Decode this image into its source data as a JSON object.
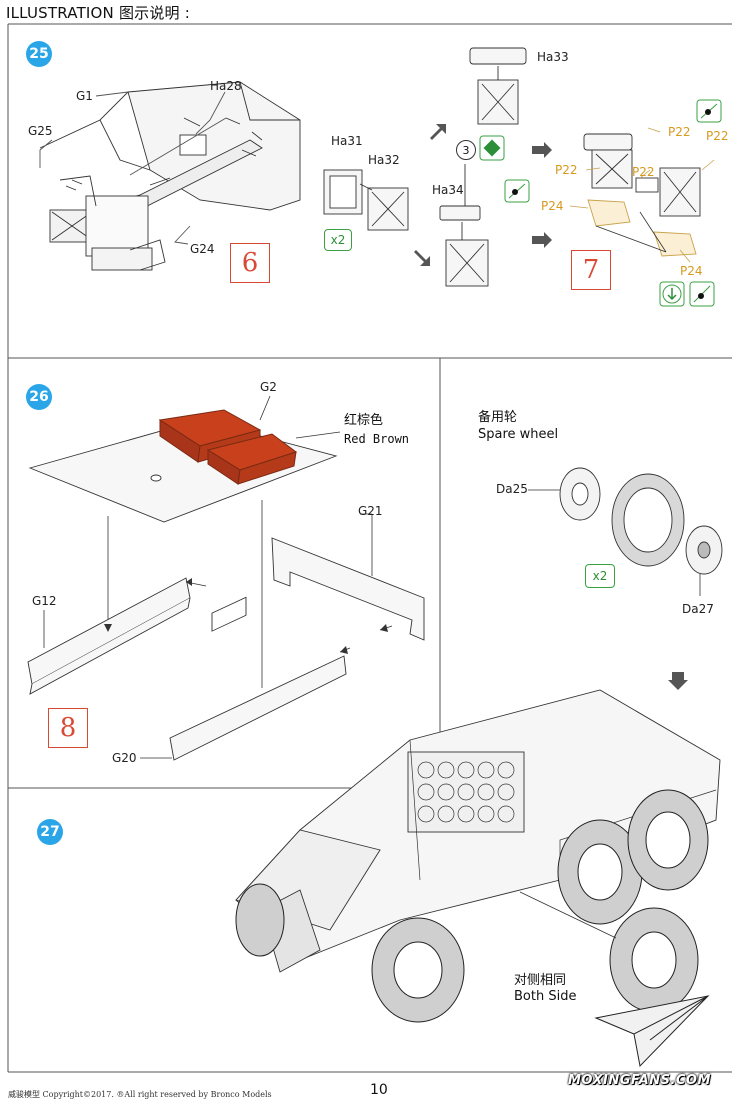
{
  "header": {
    "title": "ILLUSTRATION 图示说明 :"
  },
  "steps": [
    {
      "number": "25"
    },
    {
      "number": "26"
    },
    {
      "number": "27"
    }
  ],
  "step25": {
    "parts": {
      "g1": "G1",
      "g25": "G25",
      "ha28": "Ha28",
      "g24": "G24",
      "ha31": "Ha31",
      "ha32": "Ha32",
      "ha33": "Ha33",
      "ha34": "Ha34",
      "p22a": "P22",
      "p22b": "P22",
      "p22c": "P22",
      "p22d": "P22",
      "p24a": "P24",
      "p24b": "P24"
    },
    "sub_step_6": "6",
    "sub_step_7": "7",
    "multiplier": "x2",
    "callout_number": "3"
  },
  "step26": {
    "parts": {
      "g2": "G2",
      "g12": "G12",
      "g21": "G21",
      "g20": "G20"
    },
    "color_note_cn": "红棕色",
    "color_note_en": "Red Brown",
    "sub_step_8": "8"
  },
  "spare_wheel": {
    "title_cn": "备用轮",
    "title_en": "Spare wheel",
    "parts": {
      "da25": "Da25",
      "da27": "Da27"
    },
    "multiplier": "x2"
  },
  "step27": {
    "note_cn": "对侧相同",
    "note_en": "Both Side"
  },
  "footer": {
    "copyright": "威骏模型  Copyright©2017. ®All right reserved by Bronco Models",
    "page": "10",
    "watermark": "MOXINGFANS.COM"
  },
  "colors": {
    "step_badge": "#2aa6e8",
    "sub_step_box": "#d94a35",
    "paint_red_brown": "#c8401c",
    "photo_etch_label": "#d69a1e",
    "multiplier_green": "#3aa043"
  }
}
